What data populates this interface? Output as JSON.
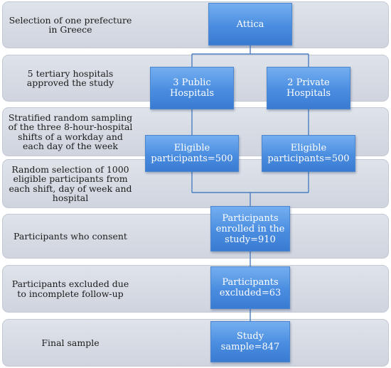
{
  "rows": [
    {
      "label": "Selection of one prefecture in Greece"
    },
    {
      "label": "5 tertiary hospitals approved the study"
    },
    {
      "label": "Stratified random sampling of the three 8-hour-hospital shifts of a workday and each day of the week"
    },
    {
      "label": "Random selection of 1000 eligible participants from each shift, day of week and hospital"
    },
    {
      "label": "Participants who consent"
    },
    {
      "label": "Participants excluded due to incomplete follow-up"
    },
    {
      "label": "Final sample"
    }
  ],
  "nodes": {
    "attica": "Attica",
    "public": "3 Public Hospitals",
    "private": "2 Private Hospitals",
    "eligible_public": "Eligible participants=500",
    "eligible_private": "Eligible participants=500",
    "enrolled": "Participants enrolled in the study=910",
    "excluded": "Participants excluded=63",
    "sample": "Study sample=847"
  }
}
